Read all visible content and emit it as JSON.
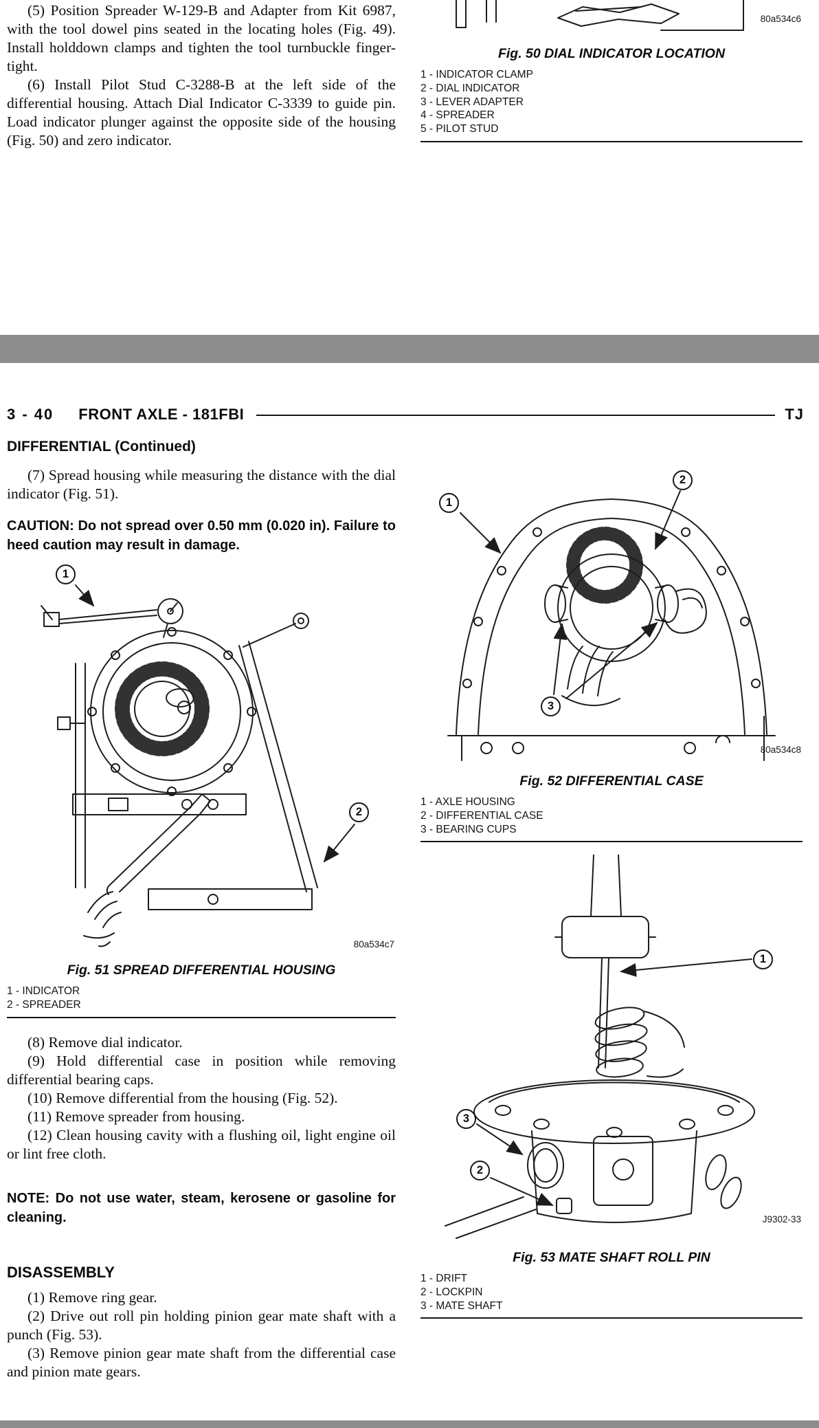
{
  "colors": {
    "paper": "#ffffff",
    "ink": "#101010",
    "divider": "#8d8d8d"
  },
  "prev_page": {
    "para_5": "(5) Position Spreader W-129-B and Adapter from Kit 6987, with the tool dowel pins seated in the locating holes (Fig. 49). Install holddown clamps and tighten the tool turnbuckle finger-tight.",
    "para_6": "(6) Install Pilot Stud C-3288-B at the left side of the differential housing. Attach Dial Indicator C-3339 to guide pin. Load indicator plunger against the opposite side of the housing (Fig. 50) and zero indicator.",
    "fig50": {
      "code": "80a534c6",
      "caption": "Fig. 50 DIAL INDICATOR LOCATION",
      "legend": [
        "1 - INDICATOR CLAMP",
        "2 - DIAL INDICATOR",
        "3 - LEVER ADAPTER",
        "4 - SPREADER",
        "5 - PILOT STUD"
      ]
    }
  },
  "page": {
    "header": {
      "page_no": "3 - 40",
      "title": "FRONT AXLE - 181FBI",
      "model": "TJ"
    },
    "section_heading": "DIFFERENTIAL (Continued)",
    "para_7": "(7) Spread housing while measuring the distance with the dial indicator (Fig. 51).",
    "caution": "CAUTION: Do not spread over 0.50 mm (0.020 in). Failure to heed caution may result in damage.",
    "fig51": {
      "code": "80a534c7",
      "caption": "Fig. 51 SPREAD DIFFERENTIAL HOUSING",
      "legend": [
        "1 - INDICATOR",
        "2 - SPREADER"
      ],
      "callouts": [
        "1",
        "2"
      ]
    },
    "para_8": "(8) Remove dial indicator.",
    "para_9": "(9) Hold differential case in position while removing differential bearing caps.",
    "para_10": "(10) Remove differential from the housing (Fig. 52).",
    "para_11": "(11) Remove spreader from housing.",
    "para_12": "(12) Clean housing cavity with a flushing oil, light engine oil or lint free cloth.",
    "note": "NOTE: Do not use water, steam, kerosene or gasoline for cleaning.",
    "disassembly": {
      "heading": "DISASSEMBLY",
      "para_1": "(1) Remove ring gear.",
      "para_2": "(2) Drive out roll pin holding pinion gear mate shaft with a punch (Fig. 53).",
      "para_3": "(3) Remove pinion gear mate shaft from the differential case and pinion mate gears."
    },
    "fig52": {
      "code": "80a534c8",
      "caption": "Fig. 52 DIFFERENTIAL CASE",
      "legend": [
        "1 - AXLE HOUSING",
        "2 - DIFFERENTIAL CASE",
        "3 - BEARING CUPS"
      ],
      "callouts": [
        "1",
        "2",
        "3"
      ]
    },
    "fig53": {
      "code": "J9302-33",
      "caption": "Fig. 53 MATE SHAFT ROLL PIN",
      "legend": [
        "1 - DRIFT",
        "2 - LOCKPIN",
        "3 - MATE SHAFT"
      ],
      "callouts": [
        "1",
        "2",
        "3"
      ]
    }
  }
}
